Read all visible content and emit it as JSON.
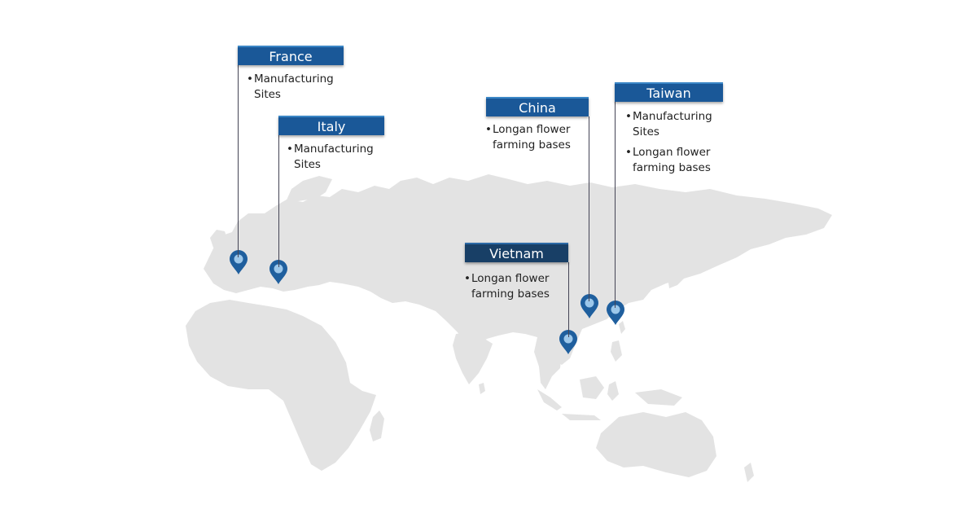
{
  "colors": {
    "land": "#e3e3e3",
    "label_blue": "#1a5898",
    "label_navy": "#183f66",
    "pin": "#1f5f9e",
    "pin_inner": "#9cc7ea"
  },
  "locations": [
    {
      "id": "france",
      "label": "France",
      "label_color": "blue",
      "bullets": [
        "Manufacturing Sites"
      ]
    },
    {
      "id": "italy",
      "label": "Italy",
      "label_color": "blue",
      "bullets": [
        "Manufacturing Sites"
      ]
    },
    {
      "id": "china",
      "label": "China",
      "label_color": "blue",
      "bullets": [
        "Longan flower farming bases"
      ]
    },
    {
      "id": "taiwan",
      "label": "Taiwan",
      "label_color": "blue",
      "bullets": [
        "Manufacturing Sites",
        "Longan flower farming bases"
      ]
    },
    {
      "id": "vietnam",
      "label": "Vietnam",
      "label_color": "navy",
      "bullets": [
        "Longan flower farming bases"
      ]
    }
  ]
}
